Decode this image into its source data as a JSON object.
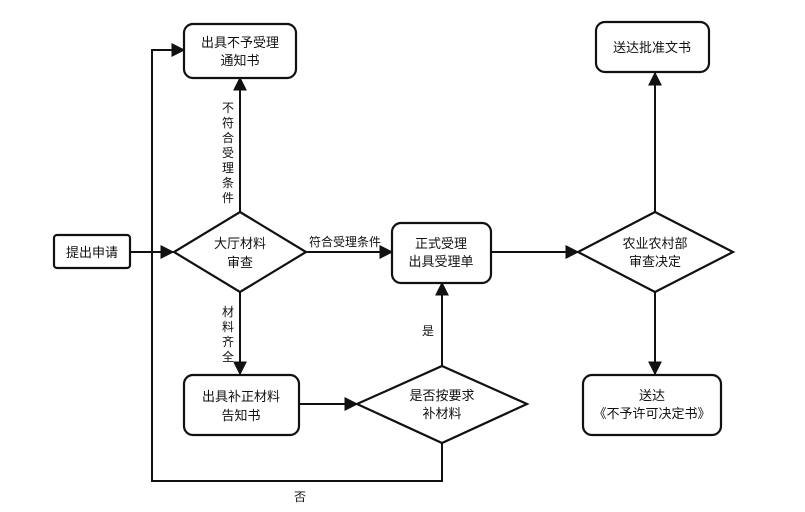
{
  "nodes": {
    "apply": {
      "lines": [
        "提出申请"
      ]
    },
    "hall_review": {
      "lines": [
        "大厅材料",
        "审查"
      ]
    },
    "reject_notice": {
      "lines": [
        "出具不予受理",
        "通知书"
      ]
    },
    "accept": {
      "lines": [
        "正式受理",
        "出具受理单"
      ]
    },
    "supplement_notice": {
      "lines": [
        "出具补正材料",
        "告知书"
      ]
    },
    "supplement_check": {
      "lines": [
        "是否按要求",
        "补材料"
      ]
    },
    "ministry_decision": {
      "lines": [
        "农业农村部",
        "审查决定"
      ]
    },
    "approval_doc": {
      "lines": [
        "送达批准文书"
      ]
    },
    "denial_doc": {
      "lines": [
        "送达",
        "《不予许可决定书》"
      ]
    }
  },
  "edge_labels": {
    "not_meet": "不符合受理条件",
    "meet": "符合受理条件",
    "complete": "材料齐全",
    "yes": "是",
    "no": "否"
  }
}
